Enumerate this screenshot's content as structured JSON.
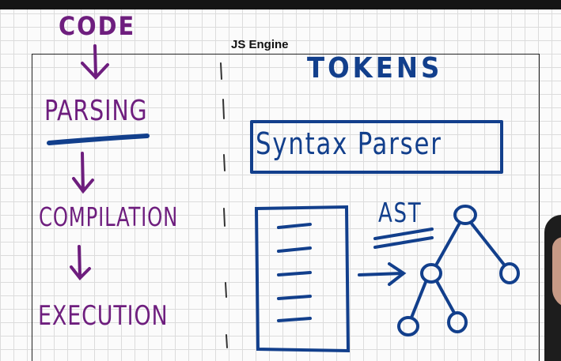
{
  "title": "JS Engine",
  "pipeline": {
    "code": "CODE",
    "parsing": "PARSING",
    "compilation": "COMPILATION",
    "execution": "EXECUTION"
  },
  "parser": {
    "tokens": "TOKENS",
    "syntax_parser": "Syntax Parser",
    "ast": "AST"
  },
  "colors": {
    "purple_ink": "#6e1e7e",
    "navy_ink": "#123f8c",
    "grid_paper": "#fbfbfb"
  }
}
